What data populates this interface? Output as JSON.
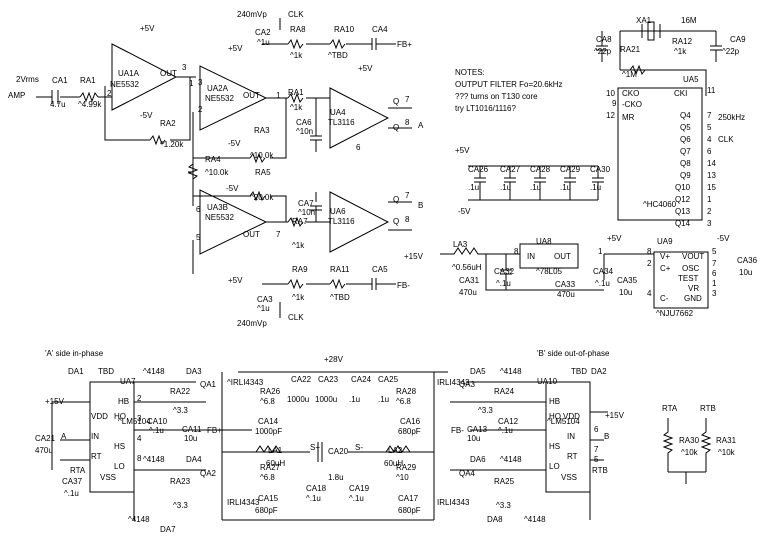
{
  "labels": [
    [
      "240mVp",
      237,
      17
    ],
    [
      "CLK",
      288,
      17
    ],
    [
      "CA2",
      255,
      35
    ],
    [
      "^1u",
      257,
      45
    ],
    [
      "RA8",
      290,
      32
    ],
    [
      "^1k",
      290,
      58
    ],
    [
      "RA10",
      334,
      32
    ],
    [
      "^TBD",
      328,
      58
    ],
    [
      "CA4",
      372,
      32
    ],
    [
      "FB+",
      397,
      47
    ],
    [
      "+5V",
      140,
      31
    ],
    [
      "+5V",
      228,
      51
    ],
    [
      "+5V",
      358,
      71
    ],
    [
      "UA1A",
      118,
      76
    ],
    [
      "NE5532",
      110,
      87
    ],
    [
      "OUT",
      160,
      76
    ],
    [
      "3",
      182,
      70
    ],
    [
      "2",
      107,
      96
    ],
    [
      "1",
      189,
      86
    ],
    [
      "2Vrms",
      16,
      82
    ],
    [
      "AMP",
      8,
      98
    ],
    [
      "CA1",
      52,
      83
    ],
    [
      "4.7u",
      50,
      107
    ],
    [
      "RA1",
      80,
      83
    ],
    [
      "^4.99k",
      78,
      107
    ],
    [
      "-5V",
      140,
      118
    ],
    [
      "RA2",
      160,
      126
    ],
    [
      "^1.20k",
      160,
      147
    ],
    [
      "UA2A",
      207,
      91
    ],
    [
      "NE5532",
      205,
      101
    ],
    [
      "OUT",
      243,
      98
    ],
    [
      "3",
      198,
      85
    ],
    [
      "2",
      198,
      112
    ],
    [
      "1",
      276,
      98
    ],
    [
      "RA1",
      288,
      95
    ],
    [
      "^1k",
      290,
      110
    ],
    [
      "-5V",
      228,
      146
    ],
    [
      "RA3",
      254,
      133
    ],
    [
      "^10.0k",
      250,
      158
    ],
    [
      "UA4",
      330,
      115
    ],
    [
      "TL3116",
      328,
      125
    ],
    [
      "Q",
      393,
      104
    ],
    [
      "Q",
      393,
      130
    ],
    [
      "7",
      405,
      102
    ],
    [
      "8",
      405,
      125
    ],
    [
      "A",
      418,
      128
    ],
    [
      "CA6",
      296,
      125
    ],
    [
      "^10n",
      296,
      134
    ],
    [
      "6",
      356,
      150
    ],
    [
      "RA4",
      205,
      162
    ],
    [
      "^10.0k",
      205,
      175
    ],
    [
      "-5V",
      226,
      191
    ],
    [
      "RA5",
      255,
      175
    ],
    [
      "^20.0k",
      250,
      200
    ],
    [
      "UA3B",
      207,
      210
    ],
    [
      "NE5532",
      205,
      220
    ],
    [
      "OUT",
      243,
      237
    ],
    [
      "6",
      196,
      212
    ],
    [
      "5",
      196,
      240
    ],
    [
      "7",
      276,
      237
    ],
    [
      "+5V",
      228,
      283
    ],
    [
      "RA7",
      292,
      224
    ],
    [
      "^1k",
      292,
      248
    ],
    [
      "CA7",
      298,
      206
    ],
    [
      "^10n",
      298,
      215
    ],
    [
      "UA6",
      330,
      214
    ],
    [
      "TL3116",
      328,
      224
    ],
    [
      "Q",
      393,
      202
    ],
    [
      "Q",
      393,
      224
    ],
    [
      "7",
      405,
      198
    ],
    [
      "8",
      405,
      222
    ],
    [
      "B",
      418,
      208
    ],
    [
      "RA9",
      292,
      272
    ],
    [
      "^1k",
      292,
      300
    ],
    [
      "RA11",
      330,
      272
    ],
    [
      "^TBD",
      330,
      300
    ],
    [
      "CA5",
      372,
      272
    ],
    [
      "FB-",
      397,
      288
    ],
    [
      "CA3",
      257,
      302
    ],
    [
      "^1u",
      257,
      311
    ],
    [
      "CLK",
      288,
      320
    ],
    [
      "240mVp",
      237,
      326
    ],
    [
      "NOTES:",
      455,
      75
    ],
    [
      "OUTPUT FILTER Fo=20.6kHz",
      455,
      87
    ],
    [
      "??? turns on T130 core",
      455,
      99
    ],
    [
      "try LT1016/1116?",
      455,
      111
    ],
    [
      "+5V",
      455,
      153
    ],
    [
      "-5V",
      458,
      214
    ],
    [
      "CA26",
      468,
      172
    ],
    [
      "CA27",
      500,
      172
    ],
    [
      "CA28",
      530,
      172
    ],
    [
      "CA29",
      560,
      172
    ],
    [
      "CA30",
      590,
      172
    ],
    [
      ".1u",
      468,
      190
    ],
    [
      ".1u",
      500,
      190
    ],
    [
      ".1u",
      530,
      190
    ],
    [
      ".1u",
      560,
      190
    ],
    [
      ".1u",
      590,
      190
    ],
    [
      "XA1",
      636,
      23
    ],
    [
      "16M",
      681,
      23
    ],
    [
      "CA8",
      596,
      42
    ],
    [
      "^22p",
      594,
      54
    ],
    [
      "RA12",
      672,
      44
    ],
    [
      "^1k",
      674,
      54
    ],
    [
      "CA9",
      730,
      42
    ],
    [
      "^22p",
      722,
      54
    ],
    [
      "RA21",
      620,
      52
    ],
    [
      "^1M",
      622,
      77
    ],
    [
      "UA5",
      683,
      82
    ],
    [
      "CKO",
      622,
      96
    ],
    [
      "CKI",
      674,
      96
    ],
    [
      "-CKO",
      622,
      107
    ],
    [
      "MR",
      622,
      120
    ],
    [
      "Q4",
      680,
      118
    ],
    [
      "Q5",
      680,
      130
    ],
    [
      "Q6",
      680,
      142
    ],
    [
      "Q7",
      680,
      154
    ],
    [
      "Q8",
      680,
      166
    ],
    [
      "Q9",
      680,
      178
    ],
    [
      "Q10",
      675,
      190
    ],
    [
      "Q12",
      675,
      202
    ],
    [
      "Q13",
      675,
      214
    ],
    [
      "Q14",
      675,
      226
    ],
    [
      "11",
      707,
      93
    ],
    [
      "10",
      606,
      96
    ],
    [
      "9",
      612,
      106
    ],
    [
      "12",
      606,
      118
    ],
    [
      "7",
      707,
      118
    ],
    [
      "5",
      707,
      130
    ],
    [
      "4",
      707,
      142
    ],
    [
      "6",
      707,
      154
    ],
    [
      "14",
      707,
      166
    ],
    [
      "13",
      707,
      178
    ],
    [
      "15",
      707,
      190
    ],
    [
      "1",
      707,
      202
    ],
    [
      "2",
      707,
      214
    ],
    [
      "3",
      707,
      226
    ],
    [
      "250kHz",
      718,
      120
    ],
    [
      "CLK",
      718,
      142
    ],
    [
      "^HC4060",
      643,
      207
    ],
    [
      "+15V",
      404,
      259
    ],
    [
      "LA3",
      453,
      247
    ],
    [
      "^0.56uH",
      452,
      270
    ],
    [
      "UA8",
      536,
      244
    ],
    [
      "IN",
      527,
      259
    ],
    [
      "OUT",
      554,
      259
    ],
    [
      "^78L05",
      536,
      274
    ],
    [
      "8",
      514,
      254
    ],
    [
      "1",
      598,
      254
    ],
    [
      "CA32",
      494,
      274
    ],
    [
      "^.1u",
      496,
      286
    ],
    [
      "CA31",
      459,
      283
    ],
    [
      "470u",
      459,
      295
    ],
    [
      "CA33",
      555,
      287
    ],
    [
      "470u",
      557,
      297
    ],
    [
      "CA34",
      593,
      274
    ],
    [
      "^.1u",
      595,
      286
    ],
    [
      "+5V",
      607,
      241
    ],
    [
      "CA35",
      617,
      283
    ],
    [
      "10u",
      619,
      295
    ],
    [
      "UA9",
      657,
      244
    ],
    [
      "V+",
      660,
      259
    ],
    [
      "C+",
      660,
      271
    ],
    [
      "C-",
      660,
      301
    ],
    [
      "VOUT",
      682,
      259
    ],
    [
      "OSC",
      682,
      271
    ],
    [
      "TEST",
      678,
      281
    ],
    [
      "VR",
      688,
      291
    ],
    [
      "GND",
      684,
      301
    ],
    [
      "8",
      647,
      254
    ],
    [
      "2",
      647,
      266
    ],
    [
      "4",
      647,
      296
    ],
    [
      "5",
      712,
      254
    ],
    [
      "7",
      712,
      266
    ],
    [
      "6",
      712,
      276
    ],
    [
      "1",
      712,
      286
    ],
    [
      "3",
      712,
      296
    ],
    [
      "^NJU7662",
      656,
      316
    ],
    [
      "-5V",
      717,
      241
    ],
    [
      "CA36",
      737,
      263
    ],
    [
      "10u",
      739,
      275
    ],
    [
      "'A' side in-phase",
      45,
      356
    ],
    [
      "'B' side out-of-phase",
      537,
      356
    ],
    [
      "+28V",
      324,
      362
    ],
    [
      "DA1",
      68,
      374
    ],
    [
      "TBD",
      98,
      374
    ],
    [
      "^4148",
      143,
      374
    ],
    [
      "DA3",
      186,
      374
    ],
    [
      "UA7",
      120,
      384
    ],
    [
      "VDD",
      91,
      419
    ],
    [
      "IN",
      91,
      439
    ],
    [
      "RT",
      91,
      459
    ],
    [
      "VSS",
      100,
      480
    ],
    [
      "HB",
      118,
      404
    ],
    [
      "HO",
      114,
      419
    ],
    [
      "HS",
      114,
      449
    ],
    [
      "LO",
      114,
      469
    ],
    [
      "^LM5104",
      118,
      424
    ],
    [
      "+15V",
      45,
      404
    ],
    [
      "CA21",
      35,
      441
    ],
    [
      "470u",
      35,
      453
    ],
    [
      "A",
      61,
      439
    ],
    [
      "RTA",
      70,
      473
    ],
    [
      "CA37",
      62,
      484
    ],
    [
      "^.1u",
      64,
      496
    ],
    [
      "2",
      137,
      401
    ],
    [
      "3",
      137,
      421
    ],
    [
      "4",
      137,
      441
    ],
    [
      "8",
      137,
      461
    ],
    [
      "RA22",
      170,
      394
    ],
    [
      "^3.3",
      173,
      413
    ],
    [
      "QA1",
      200,
      387
    ],
    [
      "^IRLI4343",
      227,
      385
    ],
    [
      "CA10",
      147,
      424
    ],
    [
      "^.1u",
      149,
      433
    ],
    [
      "CA11",
      182,
      432
    ],
    [
      "10u",
      184,
      441
    ],
    [
      "FB+",
      207,
      433
    ],
    [
      "^4148",
      143,
      462
    ],
    [
      "DA4",
      186,
      462
    ],
    [
      "RA23",
      170,
      484
    ],
    [
      "^3.3",
      173,
      508
    ],
    [
      "QA2",
      200,
      476
    ],
    [
      "IRLI4343",
      227,
      505
    ],
    [
      "^4148",
      128,
      522
    ],
    [
      "DA7",
      160,
      532
    ],
    [
      "RA26",
      260,
      394
    ],
    [
      "^6.8",
      260,
      404
    ],
    [
      "RA27",
      260,
      470
    ],
    [
      "^6.8",
      260,
      480
    ],
    [
      "CA14",
      258,
      424
    ],
    [
      "1000pF",
      255,
      434
    ],
    [
      "LA1",
      268,
      453
    ],
    [
      "60uH",
      266,
      466
    ],
    [
      "S+",
      310,
      450
    ],
    [
      "CA15",
      258,
      501
    ],
    [
      "680pF",
      255,
      513
    ],
    [
      "CA22",
      291,
      382
    ],
    [
      "1000u",
      287,
      402
    ],
    [
      "CA23",
      318,
      382
    ],
    [
      "1000u",
      315,
      402
    ],
    [
      "CA24",
      351,
      382
    ],
    [
      ".1u",
      349,
      402
    ],
    [
      "CA25",
      378,
      382
    ],
    [
      ".1u",
      378,
      402
    ],
    [
      "CA20",
      328,
      454
    ],
    [
      "1.8u",
      328,
      480
    ],
    [
      "CA18",
      306,
      491
    ],
    [
      "^.1u",
      306,
      501
    ],
    [
      "CA19",
      349,
      491
    ],
    [
      "^.1u",
      349,
      501
    ],
    [
      "S-",
      355,
      450
    ],
    [
      "RA28",
      396,
      394
    ],
    [
      "^6.8",
      396,
      404
    ],
    [
      "CA16",
      400,
      424
    ],
    [
      "680pF",
      398,
      434
    ],
    [
      "LA2",
      388,
      453
    ],
    [
      "60uH",
      384,
      466
    ],
    [
      "RA29",
      396,
      470
    ],
    [
      "^10",
      396,
      480
    ],
    [
      "CA17",
      398,
      501
    ],
    [
      "680pF",
      398,
      513
    ],
    [
      "IRLI4343",
      437,
      385
    ],
    [
      "IRLI4343",
      437,
      505
    ],
    [
      "DA5",
      470,
      374
    ],
    [
      "^4148",
      500,
      374
    ],
    [
      "QA3",
      459,
      387
    ],
    [
      "RA24",
      494,
      394
    ],
    [
      "^3.3",
      478,
      413
    ],
    [
      "FB-",
      451,
      433
    ],
    [
      "CA13",
      467,
      432
    ],
    [
      "10u",
      467,
      441
    ],
    [
      "CA12",
      498,
      424
    ],
    [
      "^.1u",
      498,
      433
    ],
    [
      "DA6",
      470,
      462
    ],
    [
      "^4148",
      500,
      462
    ],
    [
      "QA4",
      459,
      476
    ],
    [
      "RA25",
      494,
      484
    ],
    [
      "^3.3",
      496,
      508
    ],
    [
      "DA8",
      487,
      522
    ],
    [
      "^4148",
      524,
      522
    ],
    [
      "UA10",
      537,
      384
    ],
    [
      "TBD",
      571,
      374
    ],
    [
      "DA2",
      591,
      374
    ],
    [
      "^LM5104",
      547,
      424
    ],
    [
      "HB",
      549,
      404
    ],
    [
      "HO",
      549,
      419
    ],
    [
      "HS",
      549,
      449
    ],
    [
      "LO",
      549,
      469
    ],
    [
      "VDD",
      563,
      419
    ],
    [
      "IN",
      567,
      439
    ],
    [
      "RT",
      567,
      459
    ],
    [
      "VSS",
      561,
      480
    ],
    [
      "+15V",
      605,
      418
    ],
    [
      "6",
      594,
      432
    ],
    [
      "B",
      604,
      439
    ],
    [
      "7",
      594,
      452
    ],
    [
      "5",
      594,
      462
    ],
    [
      "RTB",
      592,
      473
    ],
    [
      "RTA",
      662,
      411
    ],
    [
      "RTB",
      700,
      411
    ],
    [
      "RA30",
      679,
      443
    ],
    [
      "^10k",
      681,
      455
    ],
    [
      "RA31",
      716,
      443
    ],
    [
      "^10k",
      718,
      455
    ]
  ]
}
